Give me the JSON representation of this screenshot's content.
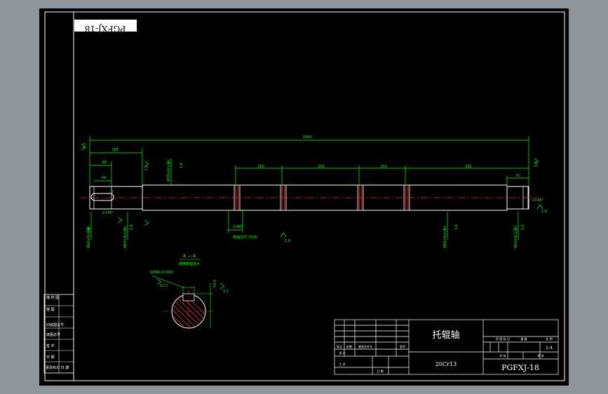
{
  "drawing": {
    "code_mirrored": "PGFXJ-18",
    "overall_length": "1464",
    "dims": {
      "d188": "188",
      "d80": "80",
      "d44": "44",
      "d8": "8",
      "d150": "150",
      "d200": "200",
      "d150b": "150",
      "d332": "332",
      "d75": "75",
      "chamfer_left": "2×45°",
      "chamfer_right": "2×45°",
      "groove": "3-Φ6T",
      "groove_note": "按轴向尺寸均布",
      "dia_mid": "Φ70×6(公差)",
      "dia_left": "Φ60×6(公差)",
      "dia_left2": "Φ64×6(公差)",
      "dia_right": "Φ60×6(公差)",
      "dia_right2": "Φ64×6(公差)",
      "rough": "6.3",
      "rough2": "3.2",
      "rough3": "1.6",
      "section_label": "A — A",
      "section_note": "键槽截面放大",
      "key_width": "18N9(-0.043)",
      "key_depth": "54.5",
      "rough_key": "12.5",
      "rough_key2": "3.2"
    },
    "left_table": [
      "描 校 图",
      "描 图",
      "旧底图总号",
      "底图总号",
      "签 字",
      "日 期",
      "更改标记 日 期"
    ],
    "title_block": {
      "part_name": "托辊轴",
      "material": "20Cr13",
      "drawing_no": "PGFXJ-18",
      "scale": "1:4",
      "col_labels": [
        "标记",
        "处数",
        "更改文件号",
        "签字"
      ],
      "row_label_design": "设 计",
      "row_label_process": "工 艺",
      "row_label_date": "日 期",
      "stage_labels": "阶 段 标 记",
      "weight_label": "重 量",
      "scale_label": "比 例",
      "sheet_label": "共  张",
      "sheet_label2": "第  张"
    }
  }
}
